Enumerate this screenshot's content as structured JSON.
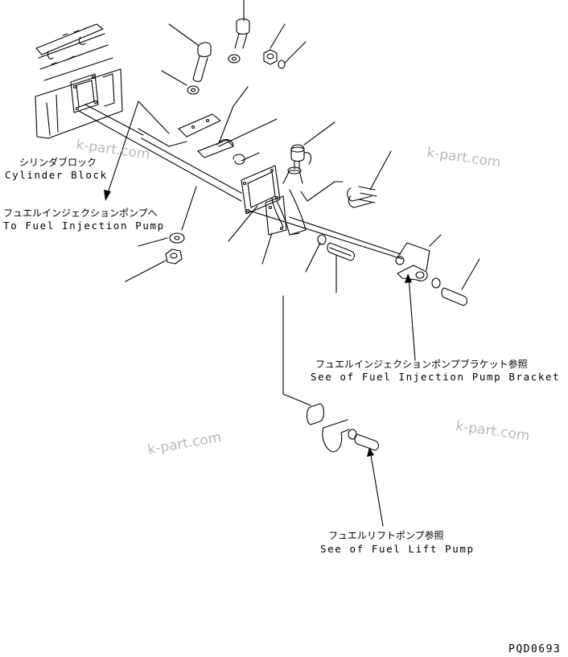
{
  "labels": {
    "cylinder_block_jp": "シリンダブロック",
    "cylinder_block_en": "Cylinder Block",
    "to_pump_jp": "フュエルインジェクションポンプへ",
    "to_pump_en": "To Fuel Injection Pump",
    "bracket_jp": "フュエルインジェクションポンプブラケット参照",
    "bracket_en": "See of Fuel Injection Pump Bracket",
    "lift_pump_jp": "フュエルリフトポンプ参照",
    "lift_pump_en": "See of Fuel Lift Pump"
  },
  "watermark": "k-part.com",
  "drawing_code": "PQD0693",
  "colors": {
    "line": "#000000",
    "watermark": "#b9b9b9",
    "background": "#ffffff"
  }
}
